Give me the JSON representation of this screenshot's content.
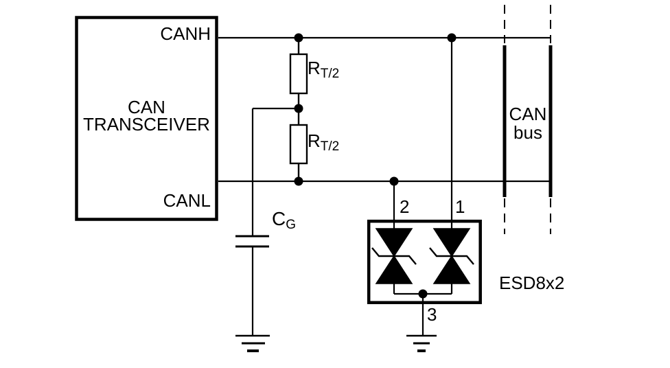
{
  "diagram": {
    "title_hint": "CAN bus split termination with ESD protection schematic",
    "colors": {
      "wire": "#000000",
      "background": "#ffffff",
      "text": "#000000"
    },
    "transceiver": {
      "name_line1": "CAN",
      "name_line2": "TRANSCEIVER",
      "pin_canh": "CANH",
      "pin_canl": "CANL"
    },
    "termination": {
      "resistor_top": {
        "symbol": "R",
        "subscript": "T/2"
      },
      "resistor_bottom": {
        "symbol": "R",
        "subscript": "T/2"
      },
      "capacitor": {
        "symbol": "C",
        "subscript": "G"
      }
    },
    "esd_device": {
      "label": "ESD8x2",
      "pin1": "1",
      "pin2": "2",
      "pin3": "3"
    },
    "bus": {
      "label_line1": "CAN",
      "label_line2": "bus"
    }
  }
}
